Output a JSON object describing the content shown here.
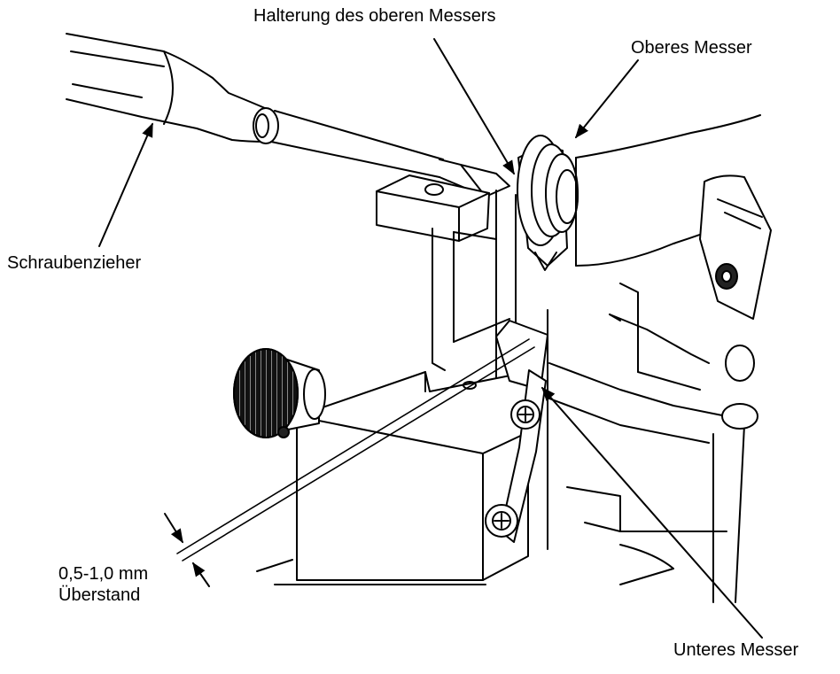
{
  "labels": {
    "top_holder": "Halterung des oberen Messers",
    "upper_knife": "Oberes Messer",
    "screwdriver": "Schraubenzieher",
    "tolerance": "0,5-1,0 mm",
    "overhang": "Überstand",
    "lower_knife": "Unteres Messer"
  },
  "icons": {
    "screwdriver": "screwdriver-icon",
    "upper_knife": "circular-knife-icon",
    "lower_knife": "blade-icon",
    "knob": "knurled-knob-icon"
  }
}
